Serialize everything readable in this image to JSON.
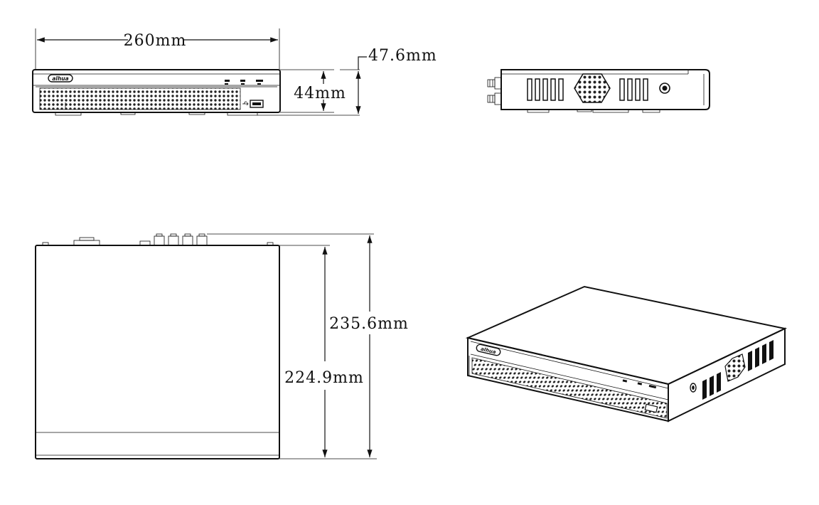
{
  "dimensions": {
    "width": "260mm",
    "height": "44mm",
    "height_with_feet": "47.6mm",
    "depth": "224.9mm",
    "depth_with_connectors": "235.6mm"
  },
  "brand_logo_text": "alhua"
}
